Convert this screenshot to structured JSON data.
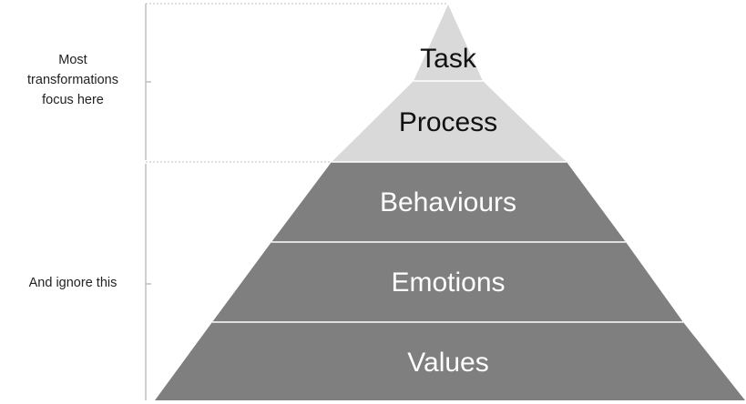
{
  "diagram": {
    "layers": [
      {
        "id": "task",
        "label": "Task",
        "fill": "#d9d9d9",
        "text_color": "#111111"
      },
      {
        "id": "process",
        "label": "Process",
        "fill": "#d9d9d9",
        "text_color": "#111111"
      },
      {
        "id": "behaviours",
        "label": "Behaviours",
        "fill": "#7f7f7f",
        "text_color": "#ffffff"
      },
      {
        "id": "emotions",
        "label": "Emotions",
        "fill": "#7f7f7f",
        "text_color": "#ffffff"
      },
      {
        "id": "values",
        "label": "Values",
        "fill": "#7f7f7f",
        "text_color": "#ffffff"
      }
    ],
    "annotations": {
      "top": {
        "lines": [
          "Most",
          "transformations",
          "focus here"
        ]
      },
      "bottom": {
        "lines": [
          "And ignore this"
        ]
      }
    },
    "colors": {
      "light_fill": "#d9d9d9",
      "dark_fill": "#7f7f7f",
      "divider": "#ffffff",
      "bracket": "#bfbfbf"
    }
  }
}
